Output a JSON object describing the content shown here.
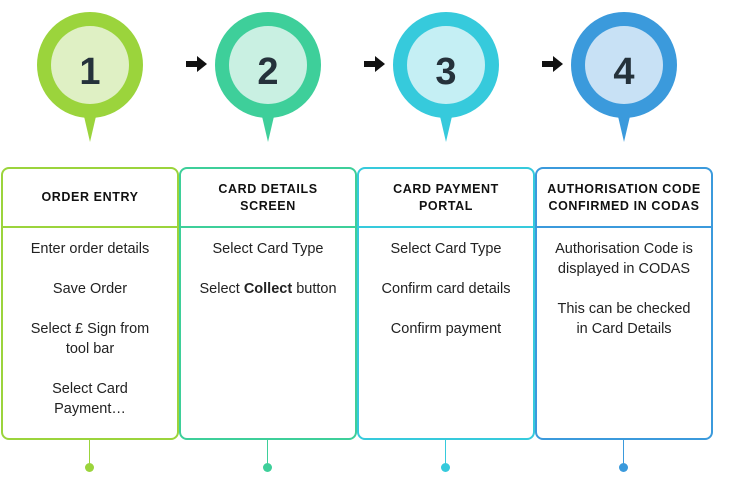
{
  "steps": [
    {
      "number": "1",
      "title": "ORDER ENTRY",
      "color": "#9bd43c",
      "pin_light": "#dff0c4",
      "items": [
        {
          "before": "Enter order details",
          "bold": "",
          "after": ""
        },
        {
          "before": "Save Order",
          "bold": "",
          "after": ""
        },
        {
          "before": "Select £ Sign from tool bar",
          "bold": "",
          "after": ""
        },
        {
          "before": "Select Card Payment…",
          "bold": "",
          "after": ""
        }
      ]
    },
    {
      "number": "2",
      "title": "CARD DETAILS SCREEN",
      "color": "#3ecf9a",
      "pin_light": "#c9f0e2",
      "items": [
        {
          "before": "Select Card Type",
          "bold": "",
          "after": ""
        },
        {
          "before": "Select ",
          "bold": "Collect",
          "after": " button"
        }
      ]
    },
    {
      "number": "3",
      "title": "CARD PAYMENT PORTAL",
      "color": "#36cadc",
      "pin_light": "#c5eff4",
      "items": [
        {
          "before": "Select Card Type",
          "bold": "",
          "after": ""
        },
        {
          "before": "Confirm card details",
          "bold": "",
          "after": ""
        },
        {
          "before": "Confirm payment",
          "bold": "",
          "after": ""
        }
      ]
    },
    {
      "number": "4",
      "title": "AUTHORISATION CODE CONFIRMED IN CODAS",
      "color": "#3b9adc",
      "pin_light": "#c8e1f5",
      "items": [
        {
          "before": "Authorisation Code is displayed in CODAS",
          "bold": "",
          "after": ""
        },
        {
          "before": "This can be checked in Card Details",
          "bold": "",
          "after": ""
        }
      ]
    }
  ],
  "arrows": [
    {
      "icon": "arrow-right-icon",
      "color": "#111111"
    },
    {
      "icon": "arrow-right-icon",
      "color": "#111111"
    },
    {
      "icon": "arrow-right-icon",
      "color": "#111111"
    }
  ]
}
